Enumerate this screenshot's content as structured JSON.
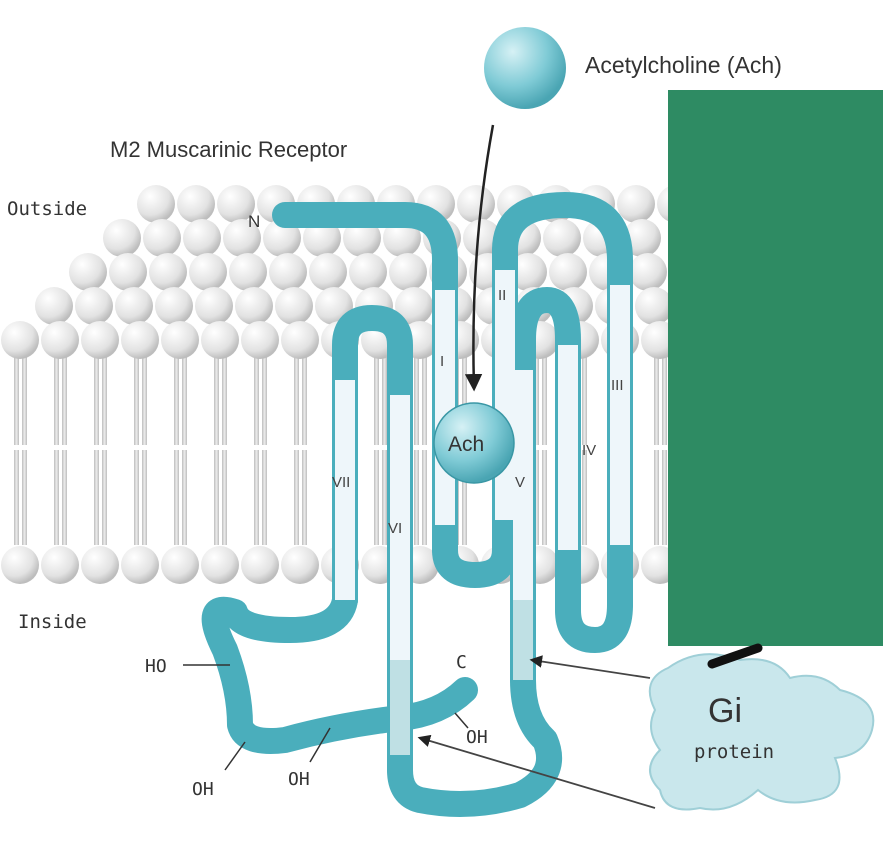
{
  "labels": {
    "title": "M2 Muscarinic Receptor",
    "ligand": "Acetylcholine (Ach)",
    "outside": "Outside",
    "inside": "Inside",
    "n_terminus": "N",
    "c_terminus": "C",
    "bound_ligand": "Ach",
    "gi_name": "Gi",
    "gi_sub": "protein",
    "hydroxyls": [
      "HO",
      "OH",
      "OH",
      "OH"
    ]
  },
  "helices": [
    "I",
    "II",
    "III",
    "IV",
    "V",
    "VI",
    "VII"
  ],
  "colors": {
    "receptor": "#4aaebc",
    "receptor_dark": "#2f8f9e",
    "helix_band": "#eef6fa",
    "intracellular_band": "#bfe0e4",
    "ligand": "#7fcbd6",
    "gi_protein": "#c9e7ec",
    "lipid_head": "#e4e4e4",
    "lipid_tail": "#d2d2d2",
    "panel": "#2e8b63"
  }
}
